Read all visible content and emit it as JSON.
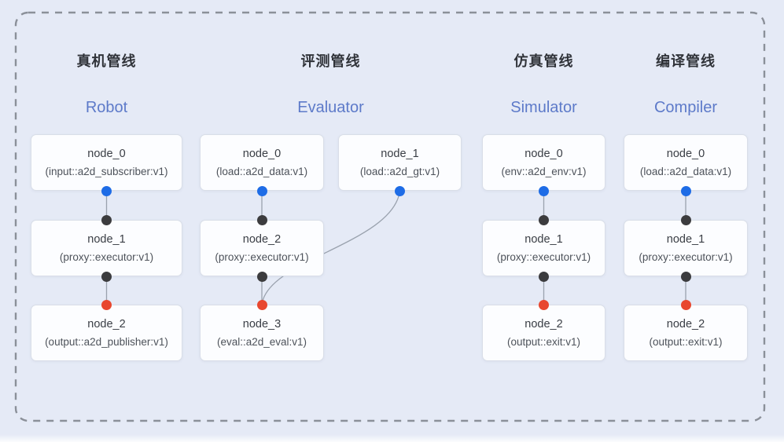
{
  "frame": {
    "border_color": "#8b9099",
    "background_color": "#e5eaf6"
  },
  "colors": {
    "output_port": "#1e6ce6",
    "input_port": "#3c3c3e",
    "terminal_port": "#e8472f",
    "wire": "#9aa2ae",
    "title_zh": "#303339",
    "title_en": "#5d7ac9"
  },
  "pipelines": [
    {
      "id": "robot",
      "title_zh": "真机管线",
      "title_en": "Robot",
      "nodes": [
        {
          "name": "node_0",
          "type": "(input::a2d_subscriber:v1)"
        },
        {
          "name": "node_1",
          "type": "(proxy::executor:v1)"
        },
        {
          "name": "node_2",
          "type": "(output::a2d_publisher:v1)"
        }
      ],
      "edges": [
        {
          "from": "node_0",
          "to": "node_1"
        },
        {
          "from": "node_1",
          "to": "node_2"
        }
      ]
    },
    {
      "id": "evaluator",
      "title_zh": "评测管线",
      "title_en": "Evaluator",
      "nodes": [
        {
          "name": "node_0",
          "type": "(load::a2d_data:v1)"
        },
        {
          "name": "node_1",
          "type": "(load::a2d_gt:v1)"
        },
        {
          "name": "node_2",
          "type": "(proxy::executor:v1)"
        },
        {
          "name": "node_3",
          "type": "(eval::a2d_eval:v1)"
        }
      ],
      "edges": [
        {
          "from": "node_0",
          "to": "node_2"
        },
        {
          "from": "node_2",
          "to": "node_3"
        },
        {
          "from": "node_1",
          "to": "node_3"
        }
      ]
    },
    {
      "id": "simulator",
      "title_zh": "仿真管线",
      "title_en": "Simulator",
      "nodes": [
        {
          "name": "node_0",
          "type": "(env::a2d_env:v1)"
        },
        {
          "name": "node_1",
          "type": "(proxy::executor:v1)"
        },
        {
          "name": "node_2",
          "type": "(output::exit:v1)"
        }
      ],
      "edges": [
        {
          "from": "node_0",
          "to": "node_1"
        },
        {
          "from": "node_1",
          "to": "node_2"
        }
      ]
    },
    {
      "id": "compiler",
      "title_zh": "编译管线",
      "title_en": "Compiler",
      "nodes": [
        {
          "name": "node_0",
          "type": "(load::a2d_data:v1)"
        },
        {
          "name": "node_1",
          "type": "(proxy::executor:v1)"
        },
        {
          "name": "node_2",
          "type": "(output::exit:v1)"
        }
      ],
      "edges": [
        {
          "from": "node_0",
          "to": "node_1"
        },
        {
          "from": "node_1",
          "to": "node_2"
        }
      ]
    }
  ]
}
